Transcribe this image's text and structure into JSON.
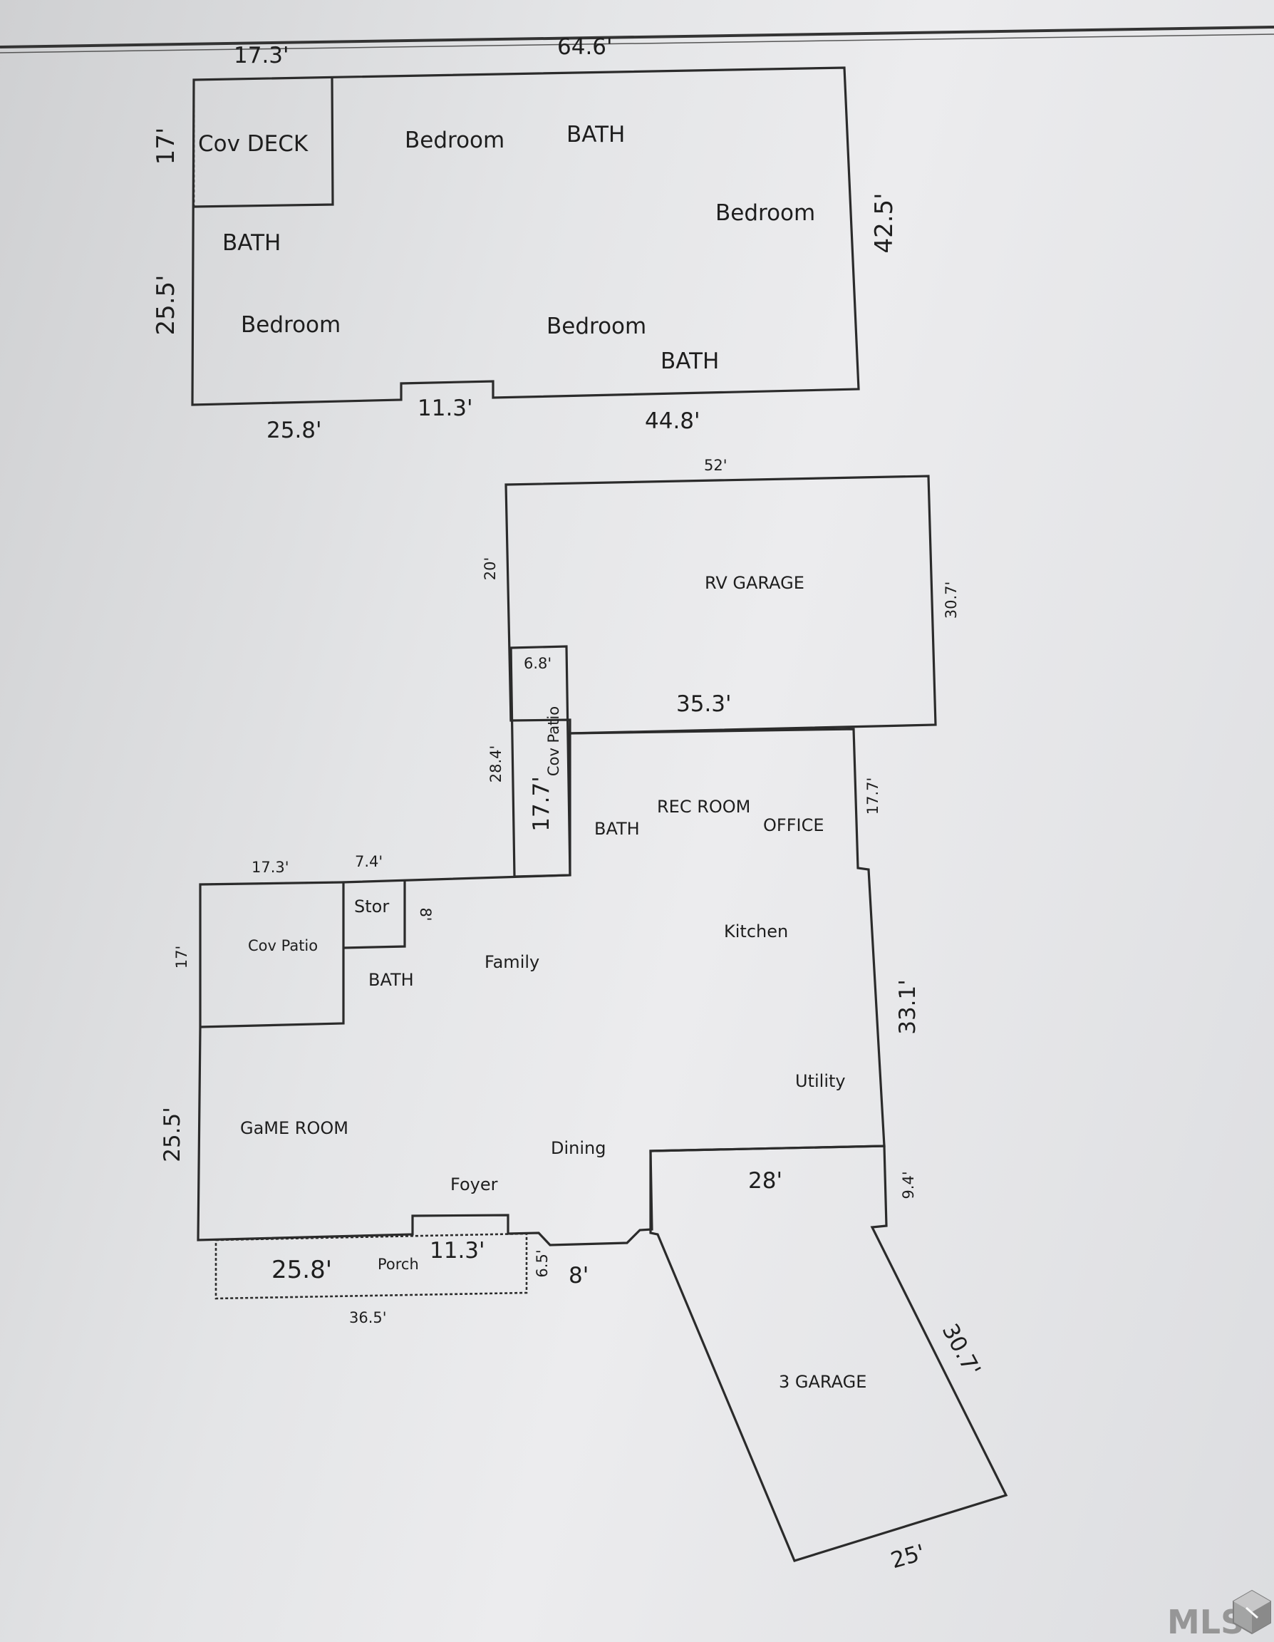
{
  "upper_floor": {
    "rooms": {
      "cov_deck": "Cov DECK",
      "bedroom_1": "Bedroom",
      "bath_1": "BATH",
      "bedroom_2": "Bedroom",
      "bath_2": "BATH",
      "bedroom_3": "Bedroom",
      "bedroom_4": "Bedroom",
      "bath_3": "BATH"
    },
    "dimensions": {
      "top_left": "17.3'",
      "top": "64.6'",
      "left_top": "17'",
      "left_bottom": "25.5'",
      "right": "42.5'",
      "bottom_left": "25.8'",
      "bottom_notch": "11.3'",
      "bottom_right": "44.8'"
    }
  },
  "main_floor": {
    "rooms": {
      "rv_garage": "RV GARAGE",
      "cov_patio_side": "Cov Patio",
      "rec_room": "REC ROOM",
      "bath_rec": "BATH",
      "office": "OFFICE",
      "stor": "Stor",
      "cov_patio": "Cov Patio",
      "bath_family": "BATH",
      "family": "Family",
      "kitchen": "Kitchen",
      "utility": "Utility",
      "game_room": "GaME ROOM",
      "dining": "Dining",
      "foyer": "Foyer",
      "porch": "Porch",
      "garage3": "3 GARAGE"
    },
    "dimensions": {
      "rv_top": "52'",
      "rv_left": "20'",
      "rv_right": "30.7'",
      "rv_inner": "6.8'",
      "rv_bottom": "35.3'",
      "patio_strip_left": "28.4'",
      "patio_strip_inner": "17.7'",
      "office_right": "17.7'",
      "cov_patio_top": "17.3'",
      "stor_top": "7.4'",
      "stor_right": "8'",
      "cov_patio_left": "17'",
      "kitchen_right": "33.1'",
      "game_left": "25.5'",
      "garage_top": "28'",
      "garage_notch": "9.4'",
      "garage_diag": "30.7'",
      "garage_bottom": "25'",
      "porch_left": "25.8'",
      "porch_notch": "11.3'",
      "porch_right": "6.5'",
      "porch_step": "8'",
      "porch_bottom": "36.5'"
    }
  },
  "watermark": {
    "text": "MLS"
  }
}
